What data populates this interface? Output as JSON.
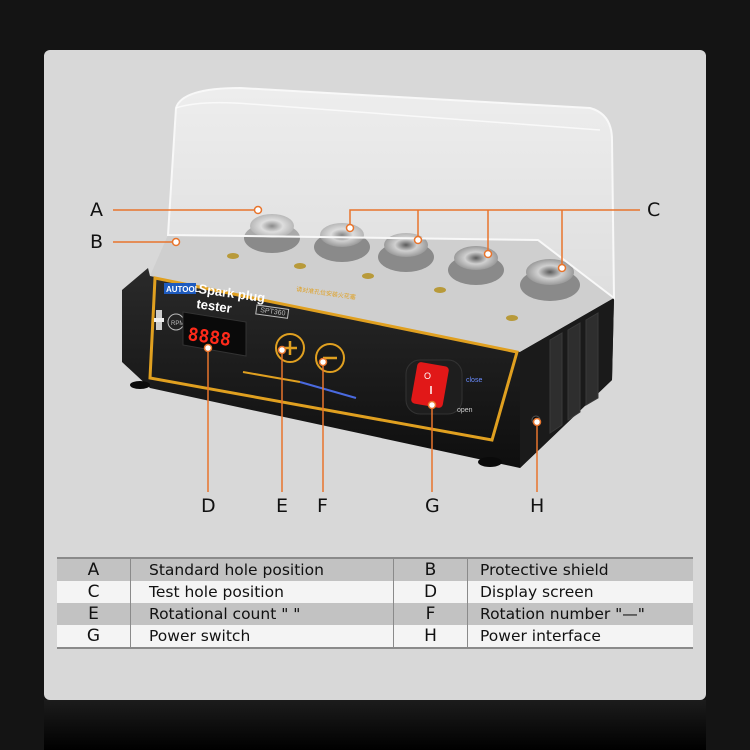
{
  "device": {
    "brand": "AUTOOL",
    "name_line1": "Spark plug",
    "name_line2": "tester",
    "model": "SPT360",
    "display": "8888",
    "rpm_label": "RPM",
    "switch_close": "close",
    "switch_open": "open",
    "warning_text": "请对准孔位安装火花塞"
  },
  "callouts": {
    "a": "A",
    "b": "B",
    "c": "C",
    "d": "D",
    "e": "E",
    "f": "F",
    "g": "G",
    "h": "H"
  },
  "legend_rows": [
    {
      "key1": "A",
      "value1": "Standard hole position",
      "key2": "B",
      "value2": "Protective shield"
    },
    {
      "key1": "C",
      "value1": "Test hole position",
      "key2": "D",
      "value2": "Display screen"
    },
    {
      "key1": "E",
      "value1": "Rotational count \" \"",
      "key2": "F",
      "value2": "Rotation number \"—\""
    },
    {
      "key1": "G",
      "value1": "Power switch",
      "key2": "H",
      "value2": "Power interface"
    }
  ],
  "colors": {
    "background": "#141414",
    "card": "#d8d8d8",
    "callout_line": "#e8742c",
    "accent_gold": "#e0a020",
    "display_red": "#ff2a1a",
    "switch_red": "#e11818"
  }
}
